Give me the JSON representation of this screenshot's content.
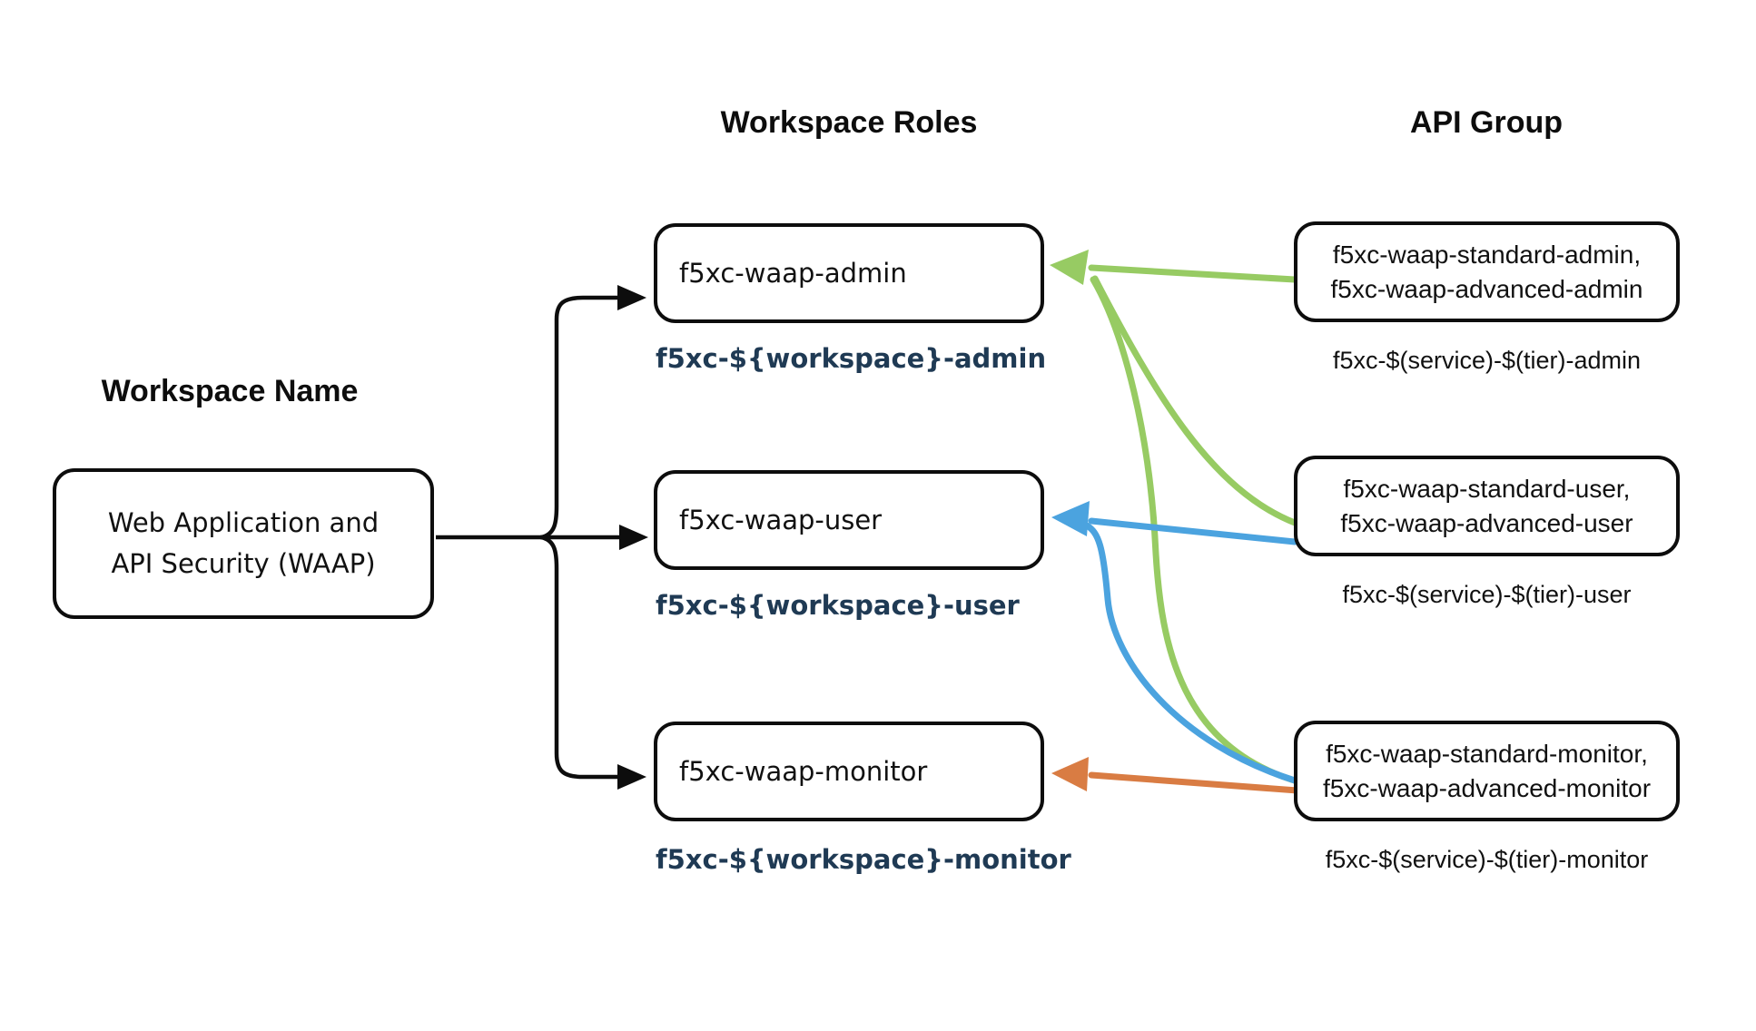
{
  "headings": {
    "workspace_name": "Workspace Name",
    "workspace_roles": "Workspace Roles",
    "api_group": "API Group"
  },
  "workspace_name_box": {
    "line1": "Web Application and",
    "line2": "API Security (WAAP)"
  },
  "workspace_roles": [
    {
      "role": "f5xc-waap-admin",
      "role_template": "f5xc-${workspace}-admin"
    },
    {
      "role": "f5xc-waap-user",
      "role_template": "f5xc-${workspace}-user"
    },
    {
      "role": "f5xc-waap-monitor",
      "role_template": "f5xc-${workspace}-monitor"
    }
  ],
  "api_groups": [
    {
      "line1": "f5xc-waap-standard-admin,",
      "line2": "f5xc-waap-advanced-admin",
      "group_template": "f5xc-$(service)-$(tier)-admin"
    },
    {
      "line1": "f5xc-waap-standard-user,",
      "line2": "f5xc-waap-advanced-user",
      "group_template": "f5xc-$(service)-$(tier)-user"
    },
    {
      "line1": "f5xc-waap-standard-monitor,",
      "line2": "f5xc-waap-advanced-monitor",
      "group_template": "f5xc-$(service)-$(tier)-monitor"
    }
  ],
  "colors": {
    "black": "#0d0d0d",
    "green": "#97CB63",
    "blue": "#4BA3DF",
    "orange": "#D97C43",
    "label_navy": "#1F3A54"
  },
  "edges": [
    {
      "from": "Web Application and API Security (WAAP)",
      "to": "f5xc-waap-admin",
      "color": "black"
    },
    {
      "from": "Web Application and API Security (WAAP)",
      "to": "f5xc-waap-user",
      "color": "black"
    },
    {
      "from": "Web Application and API Security (WAAP)",
      "to": "f5xc-waap-monitor",
      "color": "black"
    },
    {
      "from": "f5xc-waap-standard-admin, f5xc-waap-advanced-admin",
      "to": "f5xc-waap-admin",
      "color": "green"
    },
    {
      "from": "f5xc-waap-standard-user, f5xc-waap-advanced-user",
      "to": "f5xc-waap-admin",
      "color": "green"
    },
    {
      "from": "f5xc-waap-standard-monitor, f5xc-waap-advanced-monitor",
      "to": "f5xc-waap-admin",
      "color": "green"
    },
    {
      "from": "f5xc-waap-standard-user, f5xc-waap-advanced-user",
      "to": "f5xc-waap-user",
      "color": "blue"
    },
    {
      "from": "f5xc-waap-standard-monitor, f5xc-waap-advanced-monitor",
      "to": "f5xc-waap-user",
      "color": "blue"
    },
    {
      "from": "f5xc-waap-standard-monitor, f5xc-waap-advanced-monitor",
      "to": "f5xc-waap-monitor",
      "color": "orange"
    }
  ]
}
